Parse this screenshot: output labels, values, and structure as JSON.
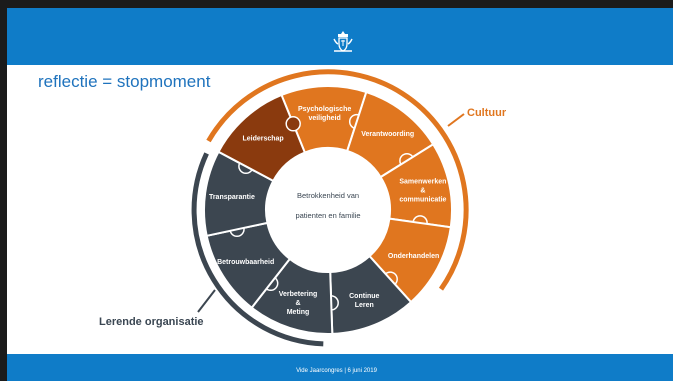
{
  "slide": {
    "title": "reflectie = stopmoment",
    "footer": "Vide Jaarcongres | 6 juni 2019"
  },
  "diagram": {
    "center_text": [
      "Betrokkenheid van",
      "patienten en familie"
    ],
    "ring_labels": {
      "cultuur": "Cultuur",
      "lerende_organisatie": "Lerende organisatie"
    },
    "segments": [
      {
        "lines": [
          "Psychologische",
          "veiligheid"
        ],
        "color": "#e0761f"
      },
      {
        "lines": [
          "Verantwoording"
        ],
        "color": "#e0761f"
      },
      {
        "lines": [
          "Samenwerken",
          "&",
          "communicatie"
        ],
        "color": "#e0761f"
      },
      {
        "lines": [
          "Onderhandelen"
        ],
        "color": "#e0761f"
      },
      {
        "lines": [
          "Continue",
          "Leren"
        ],
        "color": "#3c4650"
      },
      {
        "lines": [
          "Verbetering",
          "&",
          "Meting"
        ],
        "color": "#3c4650"
      },
      {
        "lines": [
          "Betrouwbaarheid"
        ],
        "color": "#3c4650"
      },
      {
        "lines": [
          "Transparantie"
        ],
        "color": "#3c4650"
      },
      {
        "lines": [
          "Leiderschap"
        ],
        "color": "#8a3a0e"
      }
    ]
  },
  "colors": {
    "header_blue": "#0f7cc8",
    "title_blue": "#1f73bd",
    "orange": "#e0761f",
    "dark_grey": "#3c4650",
    "brown": "#8a3a0e"
  },
  "icons": {
    "logo": "royal-coat-of-arms-icon"
  }
}
